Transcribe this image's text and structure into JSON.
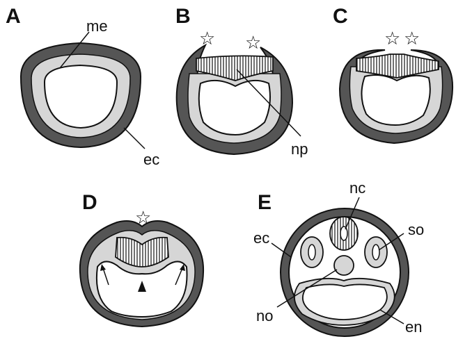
{
  "colors": {
    "ectoderm": "#555555",
    "mesoderm": "#d6d6d6",
    "cavity": "#ffffff",
    "outline": "#111111",
    "hatch": "#111111"
  },
  "panels": {
    "a": {
      "letter": "A",
      "labels": {
        "me": "me",
        "ec": "ec"
      }
    },
    "b": {
      "letter": "B",
      "labels": {
        "np": "np"
      },
      "stars": [
        "☆",
        "☆"
      ]
    },
    "c": {
      "letter": "C",
      "stars": [
        "☆",
        "☆"
      ]
    },
    "d": {
      "letter": "D",
      "stars": [
        "☆"
      ]
    },
    "e": {
      "letter": "E",
      "labels": {
        "nc": "nc",
        "so": "so",
        "ec": "ec",
        "no": "no",
        "en": "en"
      }
    }
  }
}
